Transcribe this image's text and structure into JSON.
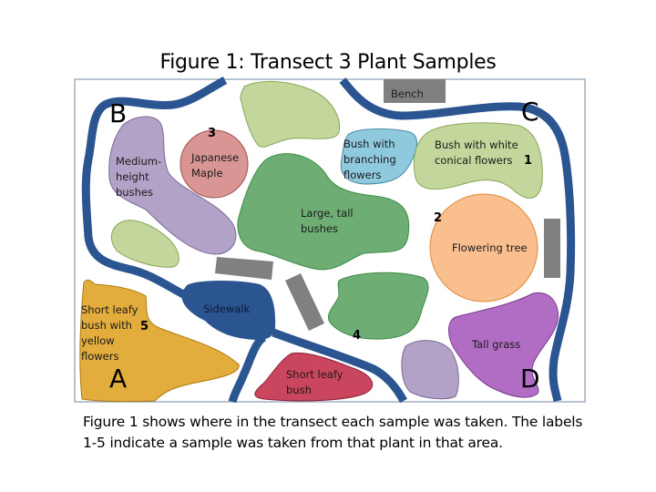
{
  "figure": {
    "title": "Figure 1: Transect 3 Plant Samples",
    "caption_line1": "Figure 1 shows where in the transect each sample was taken. The labels",
    "caption_line2": "1-5 indicate a sample was taken from that plant in that area."
  },
  "corners": {
    "a": "A",
    "b": "B",
    "c": "C",
    "d": "D"
  },
  "areas": {
    "bench": "Bench",
    "sidewalk": "Sidewalk",
    "medium_bushes": [
      "Medium-",
      "height",
      "bushes"
    ],
    "japanese_maple": [
      "Japanese",
      "Maple"
    ],
    "branching_bush": [
      "Bush with",
      "branching",
      "flowers"
    ],
    "white_conical_bush": [
      "Bush with white",
      "conical flowers"
    ],
    "large_tall_bushes": [
      "Large, tall",
      "bushes"
    ],
    "flowering_tree": "Flowering tree",
    "tall_grass": "Tall grass",
    "yellow_bush": [
      "Short leafy",
      "bush with",
      "yellow",
      "flowers"
    ],
    "short_leafy_bush": [
      "Short leafy",
      "bush"
    ]
  },
  "samples": {
    "s1": "1",
    "s2": "2",
    "s3": "3",
    "s4": "4",
    "s5": "5"
  },
  "colors": {
    "path": "#2a5590",
    "light_green": "#c3d69b",
    "green": "#6eae74",
    "purple_light": "#b3a2c7",
    "purple": "#b16cc4",
    "red": "#d99594",
    "blue": "#8fc9de",
    "orange": "#f9bf8f",
    "yellow": "#e2ad3d",
    "crimson": "#c9465e",
    "gray": "#808080"
  }
}
